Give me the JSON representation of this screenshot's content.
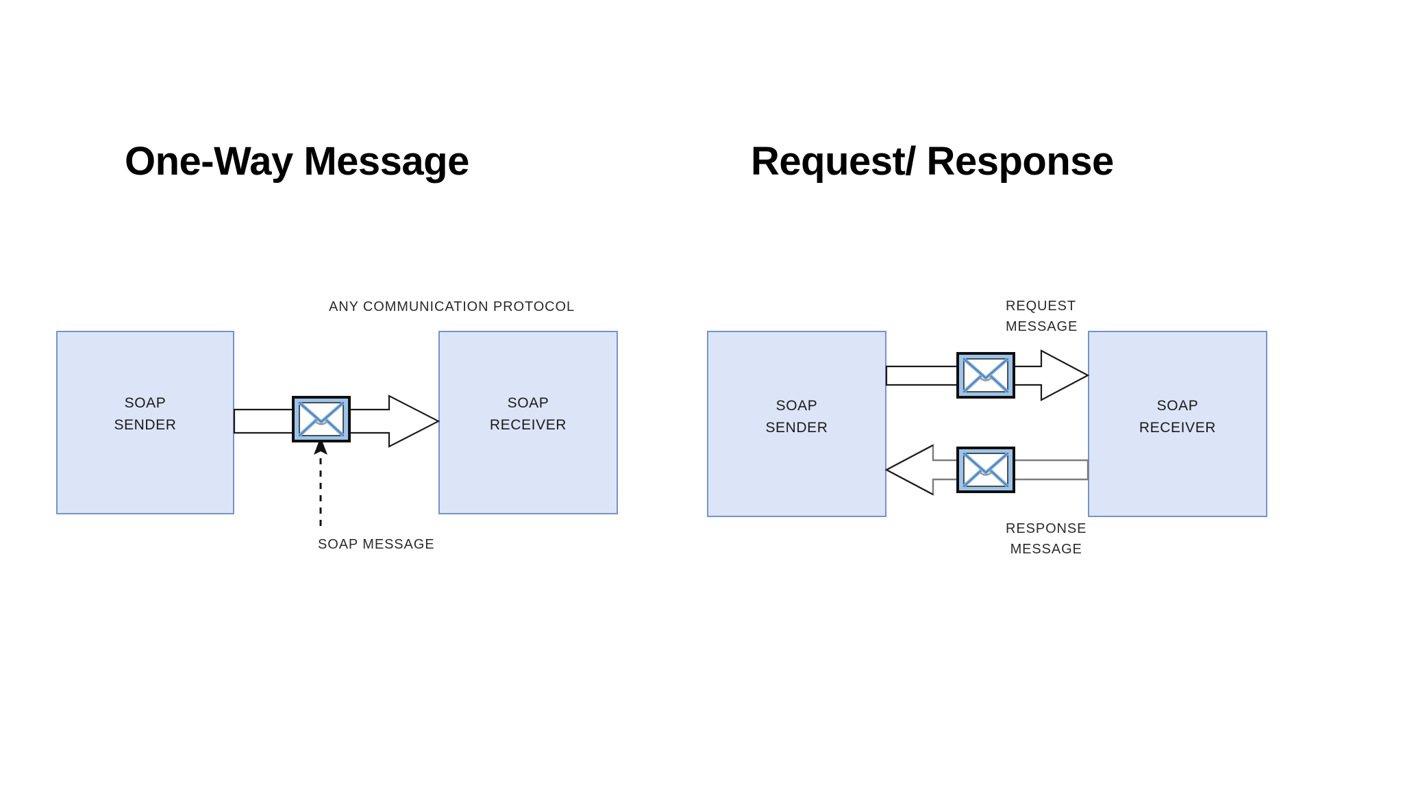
{
  "slide": {
    "background_color": "#ffffff",
    "panels": [
      {
        "id": "one-way",
        "title": "One-Way Message",
        "sender_label": "SOAP\nSENDER",
        "receiver_label": "SOAP\nRECEIVER",
        "protocol_label": "ANY COMMUNICATION PROTOCOL",
        "message_label": "SOAP MESSAGE",
        "envelope_icon": "envelope-icon",
        "flow_direction": "sender-to-receiver"
      },
      {
        "id": "request-response",
        "title": "Request/ Response",
        "sender_label": "SOAP\nSENDER",
        "receiver_label": "SOAP\nRECEIVER",
        "request_label": "REQUEST\nMESSAGE",
        "response_label": "RESPONSE\nMESSAGE",
        "request_envelope_icon": "envelope-icon",
        "response_envelope_icon": "envelope-icon",
        "request_direction": "sender-to-receiver",
        "response_direction": "receiver-to-sender"
      }
    ]
  },
  "colors": {
    "box_fill": "#dbe5f7",
    "box_border": "#7593c8",
    "envelope_border": "#0f0f0f",
    "envelope_band": "#9cc4ea",
    "arrow_stroke_dark": "#1a1a1a",
    "arrow_stroke_gray": "#808080",
    "arrow_fill": "#ffffff",
    "title_color": "#000000",
    "label_color": "#2a2a2a"
  }
}
